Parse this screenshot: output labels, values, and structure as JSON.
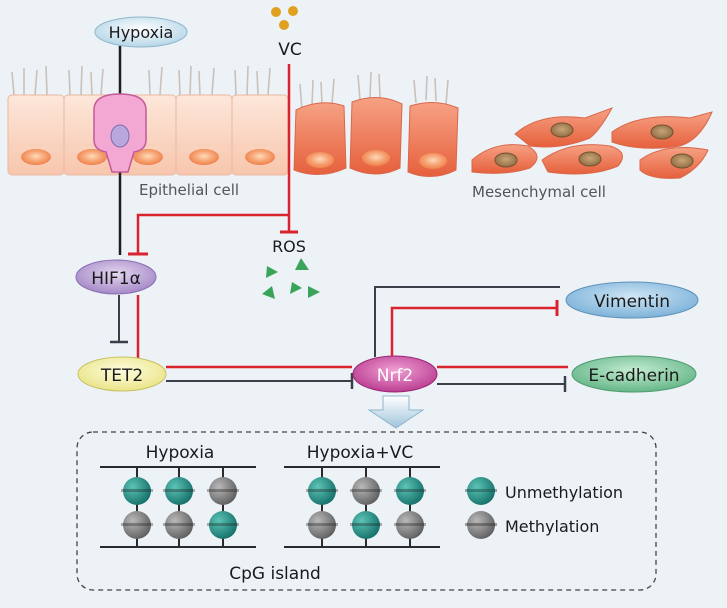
{
  "labels": {
    "hypoxia_top": "Hypoxia",
    "vc": "VC",
    "epithelial": "Epithelial cell",
    "mesenchymal": "Mesenchymal cell",
    "ros": "ROS",
    "hif1a": "HIF1α",
    "tet2": "TET2",
    "nrf2": "Nrf2",
    "vimentin": "Vimentin",
    "ecadherin": "E-cadherin",
    "panel_left_title": "Hypoxia",
    "panel_right_title": "Hypoxia+VC",
    "legend_unmethylation": "Unmethylation",
    "legend_methylation": "Methylation",
    "cpg_island": "CpG island"
  },
  "colors": {
    "inhibit_red": "#d9232d",
    "link_dark": "#3a3f4a",
    "unmethylated": "#1f8a7e",
    "methylated": "#8a8a8a",
    "ros_green": "#3aa55a",
    "vc_gold": "#e0a020",
    "epithelial_fill": "#fbd9c6",
    "mesenchymal_fill": "#ee7a55",
    "nucleus_orange": "#f07a40",
    "mesenchymal_nucleus": "#b08a55",
    "hif1a_fill": "#b59bd0",
    "tet2_fill": "#f3f0a0",
    "nrf2_fill": "#c8409a",
    "vimentin_fill": "#8fbfe0",
    "ecadherin_fill": "#7cc398"
  },
  "methylation_panels": {
    "hypoxia": {
      "top_row": [
        "unmethylated",
        "unmethylated",
        "methylated"
      ],
      "bottom_row": [
        "methylated",
        "methylated",
        "unmethylated"
      ]
    },
    "hypoxia_vc": {
      "top_row": [
        "unmethylated",
        "methylated",
        "unmethylated"
      ],
      "bottom_row": [
        "methylated",
        "unmethylated",
        "methylated"
      ]
    }
  }
}
